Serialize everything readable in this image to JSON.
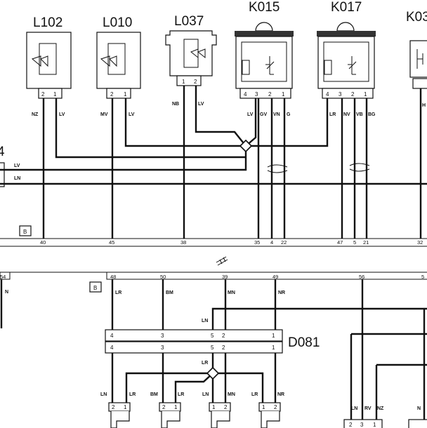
{
  "components": {
    "L102": "L102",
    "L010": "L010",
    "L037": "L037",
    "K015": "K015",
    "K017": "K017",
    "K03x": "K03",
    "D081": "D081",
    "left_partial": "4"
  },
  "pins": {
    "L102": [
      "2",
      "1"
    ],
    "L010": [
      "2",
      "1"
    ],
    "L037": [
      "1",
      "2"
    ],
    "K015": [
      "4",
      "3",
      "2",
      "1"
    ],
    "K017": [
      "4",
      "3",
      "2",
      "1"
    ],
    "D081_top": [
      "4",
      "3",
      "5",
      "2",
      "1"
    ],
    "D081_bot": [
      "4",
      "3",
      "5",
      "2",
      "1"
    ],
    "bottom_conn_a": [
      "2",
      "1"
    ],
    "bottom_conn_b": [
      "2",
      "1"
    ],
    "bottom_conn_c": [
      "1",
      "2"
    ],
    "bottom_conn_d": [
      "1",
      "2"
    ],
    "bottom_conn_e": [
      "2",
      "3",
      "1"
    ]
  },
  "wires_top": {
    "L102": [
      "NZ",
      "LV"
    ],
    "L010": [
      "MV",
      "LV"
    ],
    "L037": [
      "NB",
      "LV"
    ],
    "K015": [
      "LV",
      "GV",
      "VN",
      "G"
    ],
    "K017": [
      "LR",
      "NV",
      "VB",
      "BG"
    ],
    "left": [
      "LV",
      "LN"
    ],
    "K03x": "H"
  },
  "bus_top": {
    "label": "B",
    "numbers": [
      "40",
      "45",
      "38",
      "35",
      "4",
      "22",
      "47",
      "5",
      "21",
      "32"
    ]
  },
  "bus_bottom": {
    "label": "B",
    "numbers": [
      "48",
      "50",
      "39",
      "49",
      "56",
      "5"
    ],
    "left_number": "54",
    "left_wire": "N"
  },
  "wires_bottom": {
    "top": [
      "LR",
      "BM",
      "MN",
      "NR"
    ],
    "ln_branch": "LN",
    "lr_splice": "LR",
    "bottom": [
      "LN",
      "LR",
      "BM",
      "LR",
      "LN",
      "MN",
      "LR",
      "NR"
    ],
    "right": [
      "LN",
      "RV",
      "NZ",
      "N"
    ]
  }
}
